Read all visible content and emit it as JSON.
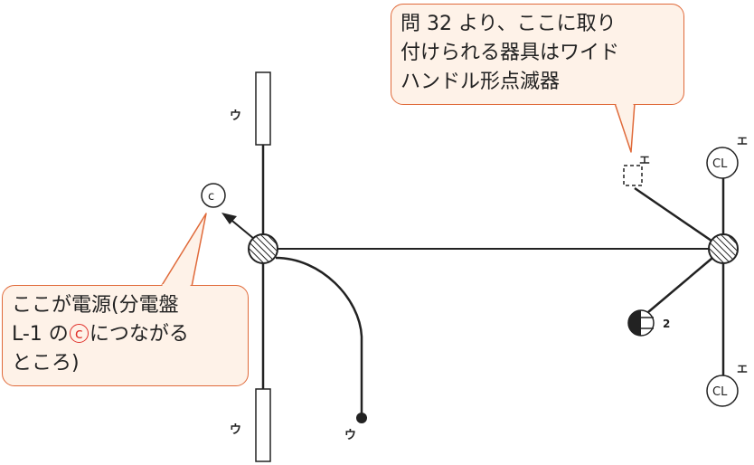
{
  "callouts": {
    "lamp_text": "問 32 より、ここに取り\n付けられる器具はワイド\nハンドル形点滅器",
    "power_part1": "ここが電源(分電盤\nL-1 の",
    "power_circled": "c",
    "power_part2": "につながる\nところ)"
  },
  "labels": {
    "u_top": "ウ",
    "u_bottom": "ウ",
    "u_wire_end": "ウ",
    "e_switch": "エ",
    "e_cl_top": "エ",
    "e_cl_bottom": "エ",
    "c_symbol": "c",
    "cl_top": "CL",
    "cl_bottom": "CL",
    "outlet_count": "2"
  },
  "colors": {
    "line": "#222222",
    "callout_border": "#e06a3a",
    "callout_fill": "#fef2e8",
    "circled_c": "#e0302a"
  }
}
